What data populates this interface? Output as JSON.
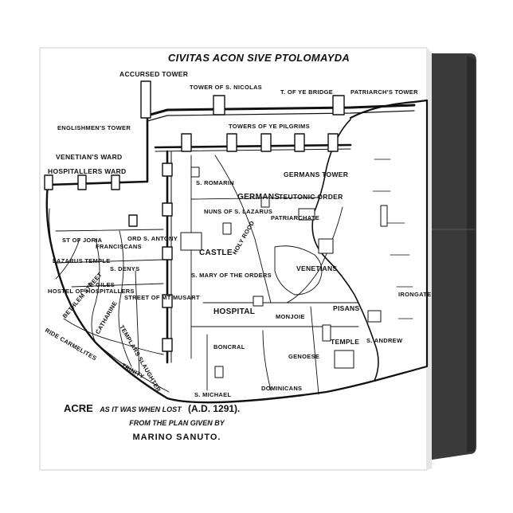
{
  "title": "CIVITAS ACON SIVE PTOLOMAYDA",
  "caption": {
    "line1_main": "ACRE",
    "line1_mid": "AS IT WAS WHEN LOST",
    "line1_date": "(A.D. 1291).",
    "line2": "FROM THE PLAN GIVEN BY",
    "line3": "MARINO SANUTO."
  },
  "labels": {
    "accursed_tower": "ACCURSED TOWER",
    "tower_nicolas": "TOWER OF S. NICOLAS",
    "bridge_tower": "T. OF YE BRIDGE",
    "patriarchs_tower": "PATRIARCH'S TOWER",
    "englishmens_tower": "ENGLISHMEN'S TOWER",
    "towers_pilgrims": "TOWERS OF YE PILGRIMS",
    "venetians_ward": "VENETIAN'S WARD",
    "hospitallers_ward": "HOSPITALLERS WARD",
    "germans_tower": "GERMANS TOWER",
    "s_romarin": "S. ROMARIN",
    "germans": "GERMANS",
    "teutonic_order": "TEUTONIC ORDER",
    "nuns_lazarus": "NUNS OF S. LAZARUS",
    "patriarchate": "PATRIARCHATE",
    "ord_antony": "ORD S. ANTONY",
    "st_of_joria": "ST OF JORIA",
    "franciscans": "FRANCISCANS",
    "castle": "CASTLE",
    "holy_rood": "HOLY ROOD",
    "s_mary_orders": "S. MARY OF THE ORDERS",
    "venetians": "VENETIANS",
    "lazarus_templ": "LAZARUS TEMPLE",
    "s_denys": "S. DENYS",
    "s_giles": "S. GILES",
    "hostel_hospitallers": "HOSTEL OF HOSPITALLERS",
    "bethlem_street": "BETHLEM STREET",
    "street_musart": "STREET OF MT MUSART",
    "catharine": "CATHARINE",
    "templar_slaughter": "TEMPLARS SLAUGHTER",
    "hospital": "HOSPITAL",
    "monjoie": "MONJOIE",
    "pisans": "PISANS",
    "irongate": "IRONGATE",
    "temple": "TEMPLE",
    "s_andrew": "S. ANDREW",
    "boncral": "BONCRAL",
    "genoese": "GENOESE",
    "s_michael": "S. MICHAEL",
    "dominicans": "DOMINICANS",
    "carmelites": "RIDE CARMELITES",
    "trinity": "TRINITY"
  },
  "colors": {
    "paper": "#ffffff",
    "ink": "#111111",
    "binder_spine": "#3a3a3a",
    "binder_edge": "#222222"
  }
}
